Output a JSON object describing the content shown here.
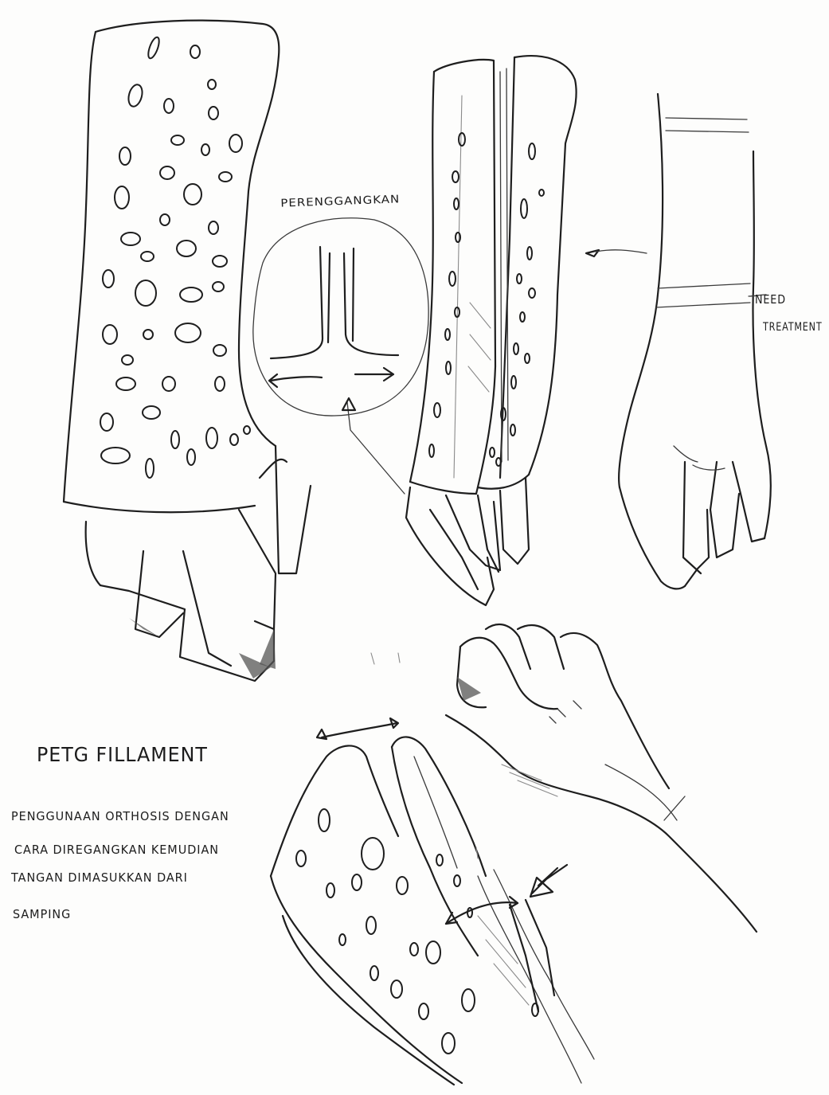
{
  "labels": {
    "stretch_detail": "PERENGGANGKAN",
    "arrow_note_line1": "NEED",
    "arrow_note_line2": "TREATMENT",
    "material": "PETG FILLAMENT"
  },
  "usage_note": {
    "lines": [
      "PENGGUNAAN ORTHOSIS DENGAN",
      "CARA DIREGANGKAN KEMUDIAN",
      "TANGAN DIMASUKKAN DARI",
      "SAMPING"
    ]
  },
  "colors": {
    "paper": "#fdfdfc",
    "ink": "#1e1e1e"
  },
  "figures": [
    "perforated-wrist-orthosis-front-icon",
    "split-orthosis-two-halves-icon",
    "bare-forearm-hand-icon",
    "orthosis-opening-worn-icon"
  ]
}
